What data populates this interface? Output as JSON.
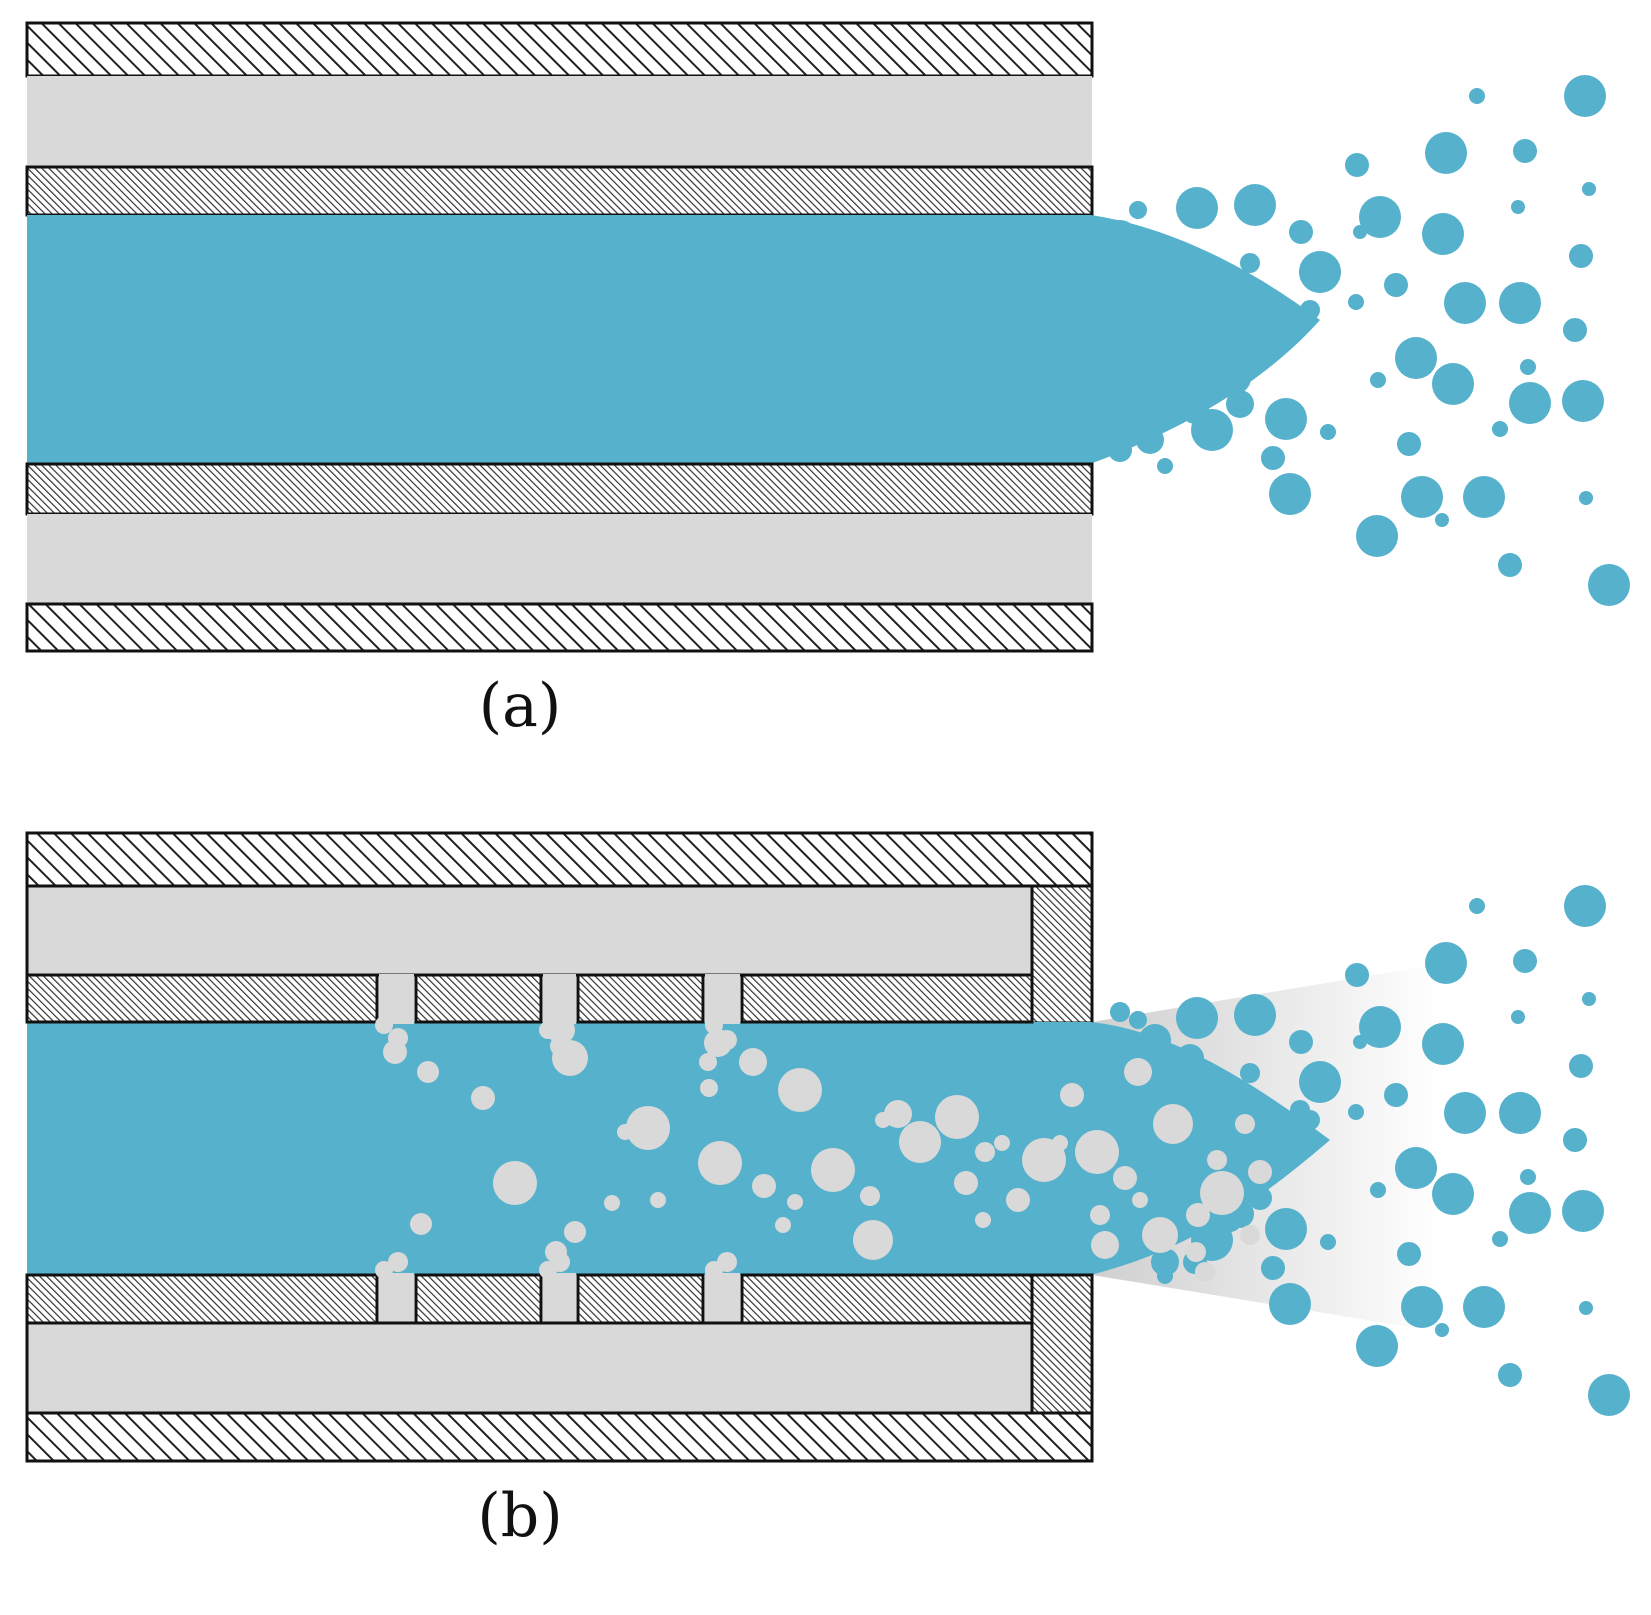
{
  "panels": [
    {
      "id": "a",
      "caption": "(a)"
    },
    {
      "id": "b",
      "caption": "(b)"
    }
  ],
  "colors": {
    "liquid": "#55b1cc",
    "gas": "#d9d9d9",
    "wall_stroke": "#111111",
    "background": "#ffffff"
  },
  "icons": {
    "wall_pattern": "diagonal-hatch",
    "droplet": "filled-circle",
    "bubble": "filled-circle"
  }
}
